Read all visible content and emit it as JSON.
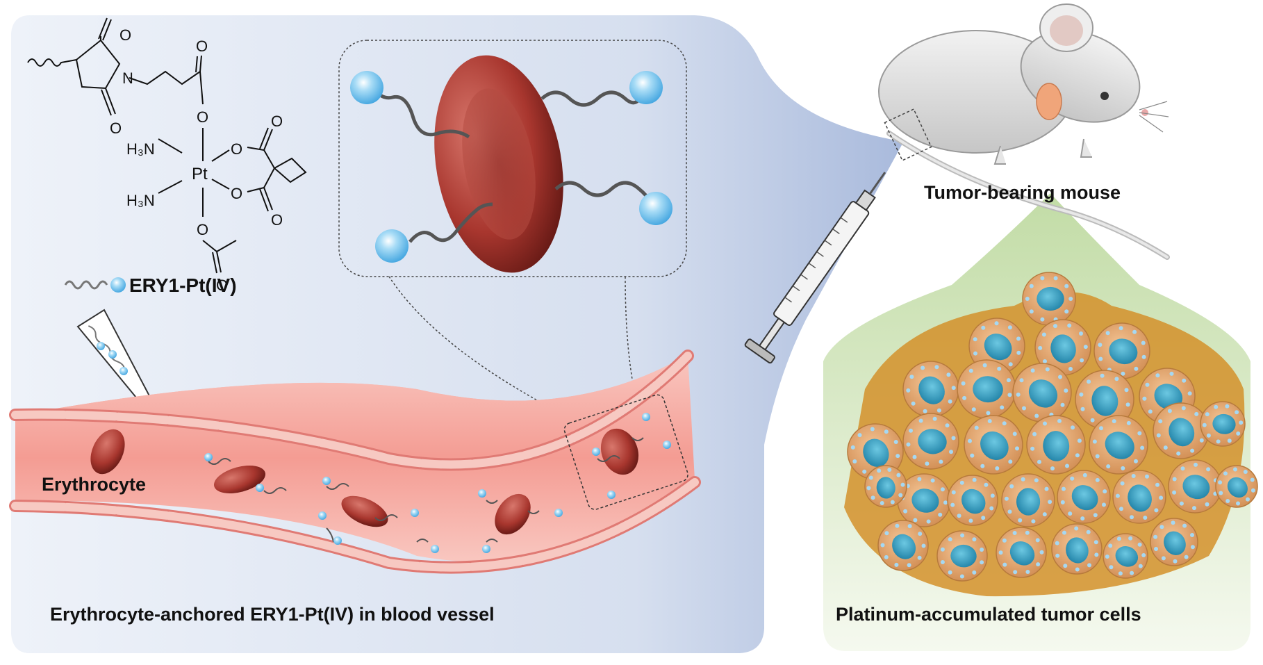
{
  "labels": {
    "compound": "ERY1-Pt(IV)",
    "erythrocyte": "Erythrocyte",
    "vessel_caption": "Erythrocyte-anchored ERY1-Pt(IV) in blood vessel",
    "mouse": "Tumor-bearing mouse",
    "tumor_caption": "Platinum-accumulated tumor cells"
  },
  "structure": {
    "N": "N",
    "O1": "O",
    "O2": "O",
    "O3": "O",
    "O4": "O",
    "O5": "O",
    "O6": "O",
    "O7": "O",
    "O8": "O",
    "O9": "O",
    "O10": "O",
    "Pt": "Pt",
    "NH3_top": "H₃N",
    "NH3_bottom": "H₃N"
  },
  "colors": {
    "left_panel": "#cdd8ec",
    "right_panel": "#dfeccc",
    "vessel": "#f4a6a0",
    "rbc": "#a83a32",
    "peptide_bead": "#7ec8ee",
    "tumor_cell": "#e2a06a",
    "nucleus": "#2a8fb3"
  }
}
